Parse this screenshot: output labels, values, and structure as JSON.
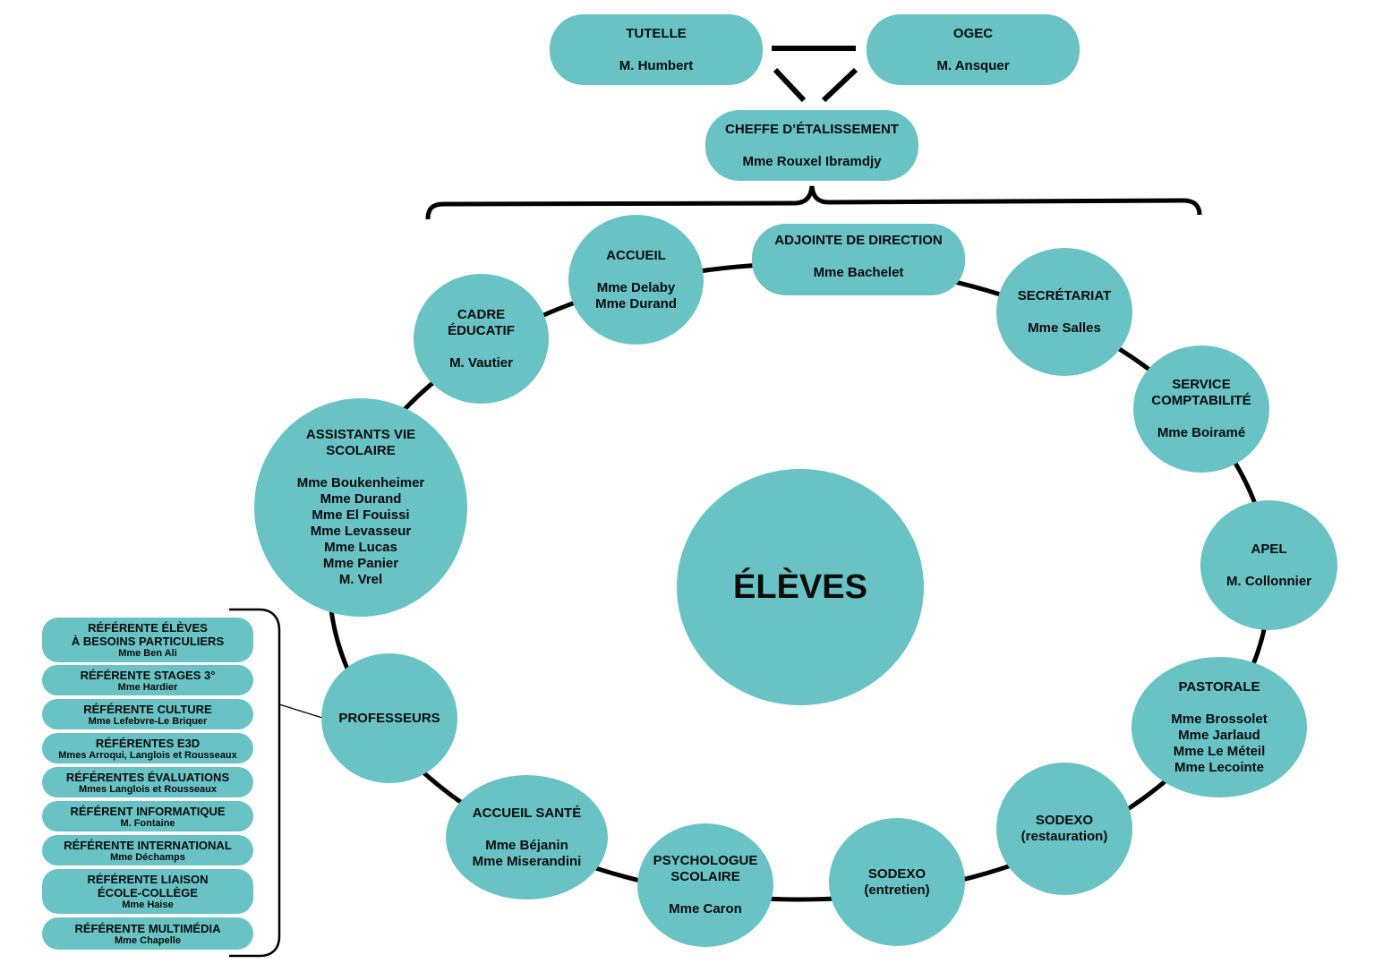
{
  "colors": {
    "node_fill": "#69c3c4",
    "line": "#000000",
    "text": "#0b0b0b"
  },
  "governance": {
    "tutelle": {
      "title": "TUTELLE",
      "person": "M. Humbert"
    },
    "ogec": {
      "title": "OGEC",
      "person": "M. Ansquer"
    },
    "head": {
      "title": "CHEFFE D’ÉTALISSEMENT",
      "person": "Mme Rouxel Ibramdjy"
    }
  },
  "center": {
    "title": "ÉLÈVES"
  },
  "ring": [
    {
      "id": "adjointe",
      "title": "ADJOINTE DE DIRECTION",
      "people": "Mme Bachelet"
    },
    {
      "id": "secretariat",
      "title": "SECRÉTARIAT",
      "people": "Mme Salles"
    },
    {
      "id": "comptabilite",
      "title": "SERVICE\nCOMPTABILITÉ",
      "people": "Mme Boiramé"
    },
    {
      "id": "apel",
      "title": "APEL",
      "people": "M. Collonnier"
    },
    {
      "id": "pastorale",
      "title": "PASTORALE",
      "people": "Mme Brossolet\nMme Jarlaud\nMme Le Méteil\nMme Lecointe"
    },
    {
      "id": "sodexo-restauration",
      "title": "SODEXO\n(restauration)",
      "people": ""
    },
    {
      "id": "sodexo-entretien",
      "title": "SODEXO\n(entretien)",
      "people": ""
    },
    {
      "id": "psychologue",
      "title": "PSYCHOLOGUE\nSCOLAIRE",
      "people": "Mme Caron"
    },
    {
      "id": "accueil-sante",
      "title": "ACCUEIL SANTÉ",
      "people": "Mme Béjanin\nMme Miserandini"
    },
    {
      "id": "professeurs",
      "title": "PROFESSEURS",
      "people": ""
    },
    {
      "id": "assistants",
      "title": "ASSISTANTS VIE\nSCOLAIRE",
      "people": "Mme Boukenheimer\nMme Durand\nMme El Fouissi\nMme Levasseur\nMme Lucas\nMme Panier\nM. Vrel"
    },
    {
      "id": "cadre-educatif",
      "title": "CADRE\nÉDUCATIF",
      "people": "M. Vautier"
    },
    {
      "id": "accueil",
      "title": "ACCUEIL",
      "people": "Mme Delaby\nMme Durand"
    }
  ],
  "referents": [
    {
      "title": "RÉFÉRENTE ÉLÈVES\nÀ BESOINS PARTICULIERS",
      "person": "Mme Ben Ali"
    },
    {
      "title": "RÉFÉRENTE STAGES 3°",
      "person": "Mme Hardier"
    },
    {
      "title": "RÉFÉRENTE CULTURE",
      "person": "Mme Lefebvre-Le Briquer"
    },
    {
      "title": "RÉFÉRENTES E3D",
      "person": "Mmes Arroqui, Langlois et Rousseaux"
    },
    {
      "title": "RÉFÉRENTES ÉVALUATIONS",
      "person": "Mmes Langlois et Rousseaux"
    },
    {
      "title": "RÉFÉRENT INFORMATIQUE",
      "person": "M. Fontaine"
    },
    {
      "title": "RÉFÉRENTE INTERNATIONAL",
      "person": "Mme Déchamps"
    },
    {
      "title": "RÉFÉRENTE LIAISON\nÉCOLE-COLLÈGE",
      "person": "Mme Haise"
    },
    {
      "title": "RÉFÉRENTE MULTIMÉDIA",
      "person": "Mme Chapelle"
    }
  ]
}
